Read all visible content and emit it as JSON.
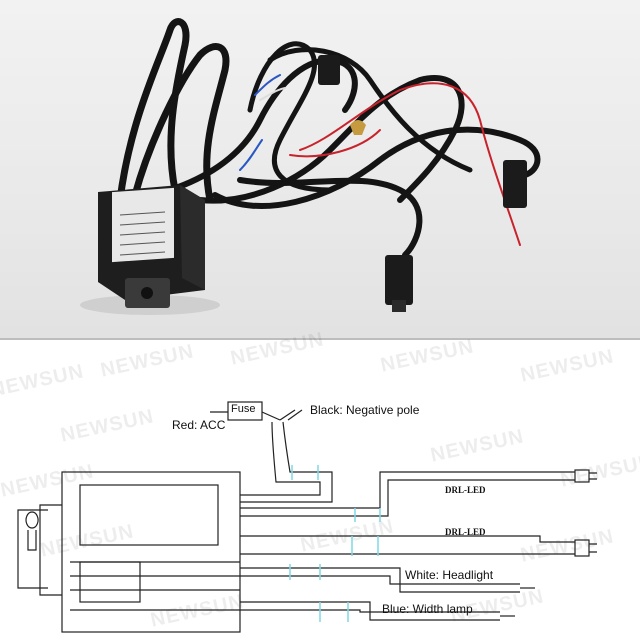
{
  "watermark": "NEWSUN",
  "diagram": {
    "fuse_label": "Fuse",
    "red_label": "Red: ACC",
    "black_label": "Black: Negative pole",
    "drl_top_label": "DRL-LED",
    "drl_bottom_label": "DRL-LED",
    "white_label": "White: Headlight",
    "blue_label": "Blue: Width lamp"
  },
  "colors": {
    "wire_red": "#c8232c",
    "wire_black": "#151515",
    "module_body": "#1e1e1e",
    "splice_cyan": "#7fd8e6"
  }
}
